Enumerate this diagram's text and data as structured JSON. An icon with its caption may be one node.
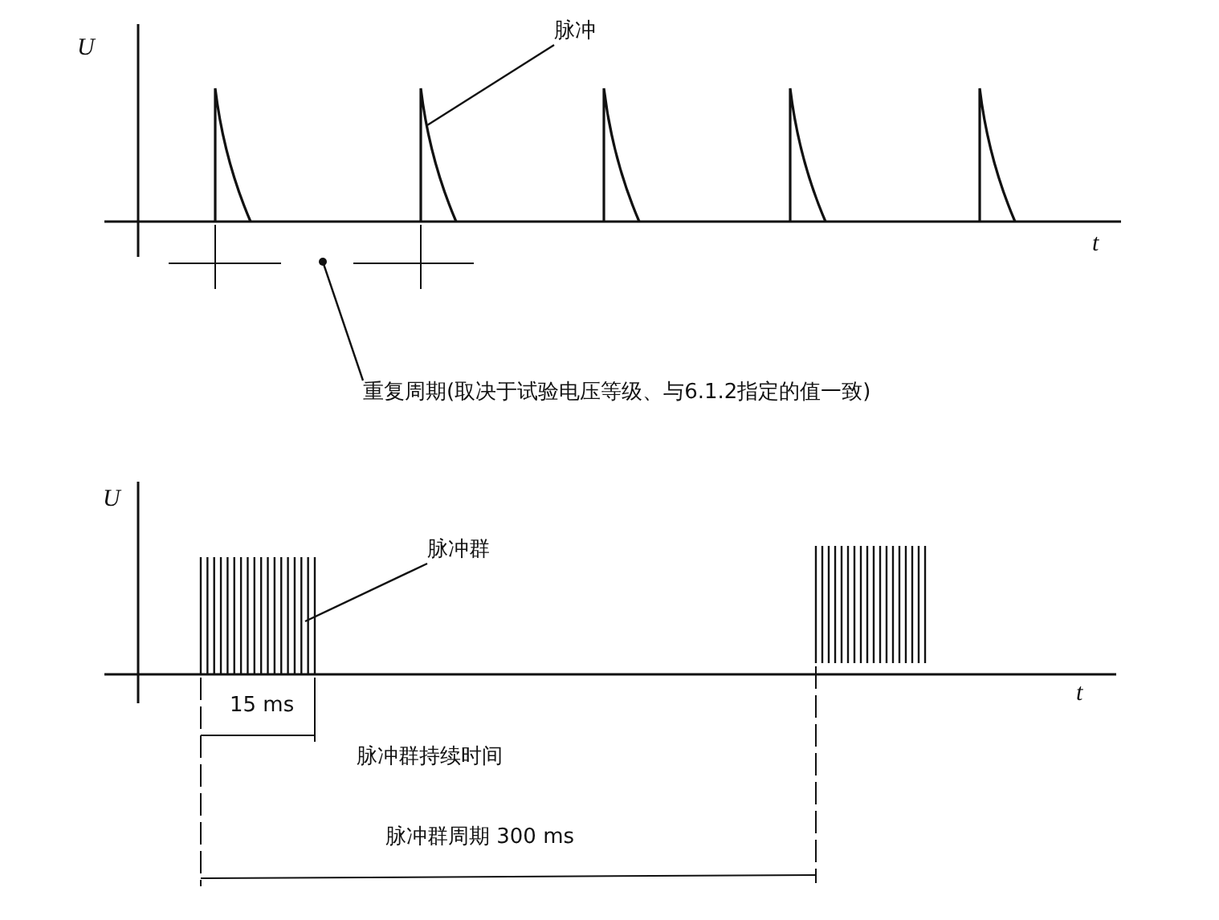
{
  "diagram": {
    "nodes": [
      {
        "text": [
          "脉冲"
        ]
      },
      {
        "text": [],
        "shape": "picture"
      },
      {
        "text": [
          "重复周期(取决于试验电压等级、与6.1.2指定的值一致)"
        ]
      },
      {
        "text": [
          "脉冲群"
        ]
      },
      {
        "text": [],
        "shape": "picture"
      }
    ],
    "edges": [
      {
        "from": 0,
        "to": 1,
        "arrow": "none"
      },
      {
        "from": 2,
        "to": null,
        "arrow": "other"
      },
      {
        "from": 3,
        "to": 4,
        "arrow": "none"
      }
    ],
    "labels": [
      "U",
      "t",
      "U",
      "t",
      "15 ms",
      "脉冲群持续时间",
      "脉冲群周期 300 ms"
    ]
  }
}
